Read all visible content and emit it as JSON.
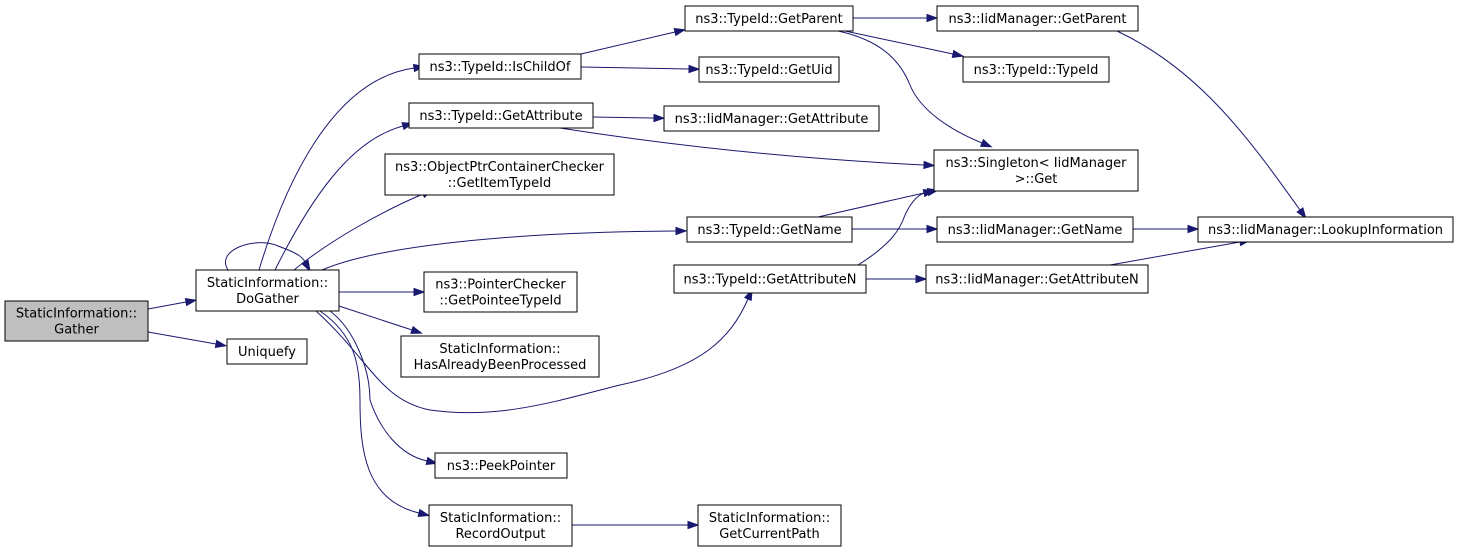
{
  "graph": {
    "nodes": [
      {
        "id": "gather",
        "lines": [
          "StaticInformation::",
          "Gather"
        ],
        "root": true
      },
      {
        "id": "dogather",
        "lines": [
          "StaticInformation::",
          "DoGather"
        ]
      },
      {
        "id": "uniquefy",
        "lines": [
          "Uniquefy"
        ]
      },
      {
        "id": "ischildof",
        "lines": [
          "ns3::TypeId::IsChildOf"
        ]
      },
      {
        "id": "getattribute",
        "lines": [
          "ns3::TypeId::GetAttribute"
        ]
      },
      {
        "id": "getitemtypeid",
        "lines": [
          "ns3::ObjectPtrContainerChecker",
          "::GetItemTypeId"
        ]
      },
      {
        "id": "getpointeetypeid",
        "lines": [
          "ns3::PointerChecker",
          "::GetPointeeTypeId"
        ]
      },
      {
        "id": "hasalreadybeenprocessed",
        "lines": [
          "StaticInformation::",
          "HasAlreadyBeenProcessed"
        ]
      },
      {
        "id": "peekpointer",
        "lines": [
          "ns3::PeekPointer"
        ]
      },
      {
        "id": "recordoutput",
        "lines": [
          "StaticInformation::",
          "RecordOutput"
        ]
      },
      {
        "id": "getparent",
        "lines": [
          "ns3::TypeId::GetParent"
        ]
      },
      {
        "id": "getuid",
        "lines": [
          "ns3::TypeId::GetUid"
        ]
      },
      {
        "id": "iid_getattribute",
        "lines": [
          "ns3::IidManager::GetAttribute"
        ]
      },
      {
        "id": "getname",
        "lines": [
          "ns3::TypeId::GetName"
        ]
      },
      {
        "id": "getattributen",
        "lines": [
          "ns3::TypeId::GetAttributeN"
        ]
      },
      {
        "id": "getcurrentpath",
        "lines": [
          "StaticInformation::",
          "GetCurrentPath"
        ]
      },
      {
        "id": "iid_getparent",
        "lines": [
          "ns3::IidManager::GetParent"
        ]
      },
      {
        "id": "typeid_typeid",
        "lines": [
          "ns3::TypeId::TypeId"
        ]
      },
      {
        "id": "singleton_get",
        "lines": [
          "ns3::Singleton< IidManager",
          ">::Get"
        ]
      },
      {
        "id": "iid_getname",
        "lines": [
          "ns3::IidManager::GetName"
        ]
      },
      {
        "id": "iid_getattributen",
        "lines": [
          "ns3::IidManager::GetAttributeN"
        ]
      },
      {
        "id": "lookupinformation",
        "lines": [
          "ns3::IidManager::LookupInformation"
        ]
      }
    ],
    "edges": [
      {
        "from": "gather",
        "to": "dogather"
      },
      {
        "from": "gather",
        "to": "uniquefy"
      },
      {
        "from": "dogather",
        "to": "dogather"
      },
      {
        "from": "dogather",
        "to": "ischildof"
      },
      {
        "from": "dogather",
        "to": "getattribute"
      },
      {
        "from": "dogather",
        "to": "getitemtypeid"
      },
      {
        "from": "dogather",
        "to": "getname"
      },
      {
        "from": "dogather",
        "to": "getpointeetypeid"
      },
      {
        "from": "dogather",
        "to": "hasalreadybeenprocessed"
      },
      {
        "from": "dogather",
        "to": "getattributen"
      },
      {
        "from": "dogather",
        "to": "peekpointer"
      },
      {
        "from": "dogather",
        "to": "recordoutput"
      },
      {
        "from": "ischildof",
        "to": "getparent"
      },
      {
        "from": "ischildof",
        "to": "getuid"
      },
      {
        "from": "getparent",
        "to": "iid_getparent"
      },
      {
        "from": "getparent",
        "to": "typeid_typeid"
      },
      {
        "from": "getparent",
        "to": "singleton_get"
      },
      {
        "from": "iid_getparent",
        "to": "lookupinformation"
      },
      {
        "from": "getattribute",
        "to": "iid_getattribute"
      },
      {
        "from": "getattribute",
        "to": "singleton_get"
      },
      {
        "from": "getname",
        "to": "singleton_get"
      },
      {
        "from": "getname",
        "to": "iid_getname"
      },
      {
        "from": "iid_getname",
        "to": "lookupinformation"
      },
      {
        "from": "getattributen",
        "to": "singleton_get"
      },
      {
        "from": "getattributen",
        "to": "iid_getattributen"
      },
      {
        "from": "iid_getattributen",
        "to": "lookupinformation"
      },
      {
        "from": "recordoutput",
        "to": "getcurrentpath"
      }
    ]
  }
}
